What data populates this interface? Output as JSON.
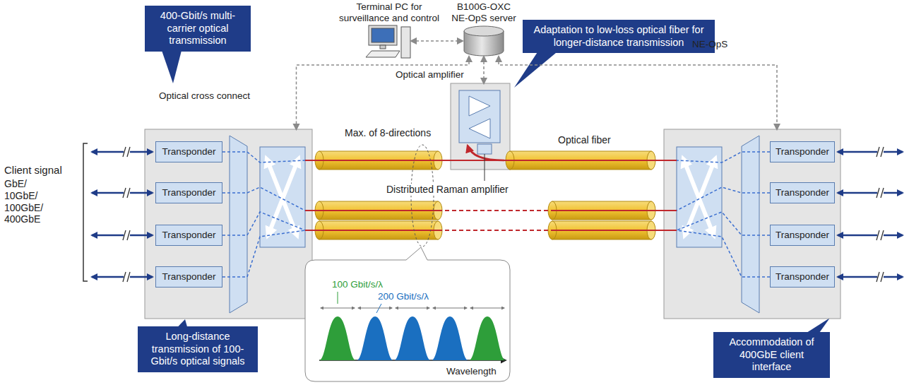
{
  "diagram": {
    "nodes": [
      {
        "text": [
          "400-Gbit/s multi-carrier optical transmission"
        ]
      },
      {
        "text": [
          "Terminal PC for surveillance and control"
        ]
      },
      {
        "text": [
          "B100G-OXC NE-OpS server"
        ]
      },
      {
        "text": [
          "Adaptation to low-loss optical fiber for longer-distance transmission"
        ]
      },
      {
        "text": [
          "Optical cross connect"
        ]
      },
      {
        "text": [
          "Transponder"
        ],
        "in": 4
      },
      {
        "text": [
          "Transponder"
        ],
        "in": 4
      },
      {
        "text": [
          "Transponder"
        ],
        "in": 4
      },
      {
        "text": [
          "Transponder"
        ],
        "in": 4
      },
      {
        "text": [
          "Optical amplifier"
        ]
      },
      {
        "text": [
          "NE-OpS"
        ]
      },
      {
        "text": [
          "Transponder"
        ],
        "in": 10
      },
      {
        "text": [
          "Transponder"
        ],
        "in": 10
      },
      {
        "text": [
          "Transponder"
        ],
        "in": 10
      },
      {
        "text": [
          "Transponder"
        ],
        "in": 10
      },
      {
        "text": [
          "100 Gbit/s/λ",
          "200 Gbit/s/λ",
          "Wavelength"
        ]
      },
      {
        "text": [
          "Long-distance transmission of 100-Gbit/s optical signals"
        ]
      },
      {
        "text": [
          "Accommodation of 400GbE client interface"
        ]
      }
    ],
    "edges": [
      {
        "from": 1,
        "to": 2,
        "arrow": "both"
      },
      {
        "from": 2,
        "to": 4,
        "arrow": "both"
      },
      {
        "from": 2,
        "to": 9,
        "arrow": "both"
      },
      {
        "from": 2,
        "to": 10,
        "arrow": "both"
      }
    ],
    "labels": [
      "Client signal",
      "GbE/ 10GbE/ 100GbE/ 400GbE",
      "Max. of 8-directions",
      "Optical fiber",
      "Distributed Raman amplifier"
    ]
  }
}
